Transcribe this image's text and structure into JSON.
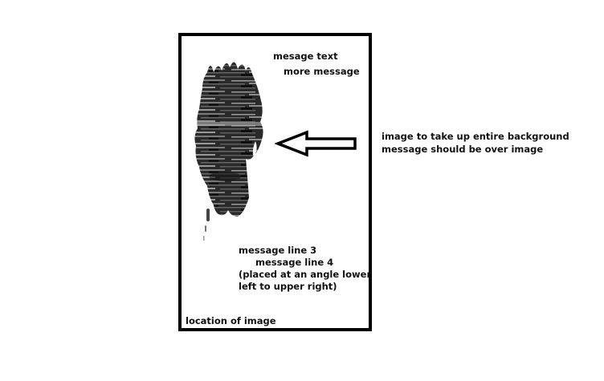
{
  "frame": {
    "message_text": "mesage text",
    "more_message": "more message",
    "message_line_3": "message line 3",
    "message_line_4": "message line 4",
    "placed_line_1": "(placed at an angle lower",
    "placed_line_2": "left to upper right)",
    "location_label": "location of image"
  },
  "note": {
    "line_1": "image to take up entire background",
    "line_2": "message should be over image"
  },
  "colors": {
    "frame_border": "#000000",
    "blob_dark": "#262626",
    "blob_light": "#8a8a8a",
    "text": "#111111"
  },
  "icons": {
    "arrow": "left-arrow-icon"
  }
}
